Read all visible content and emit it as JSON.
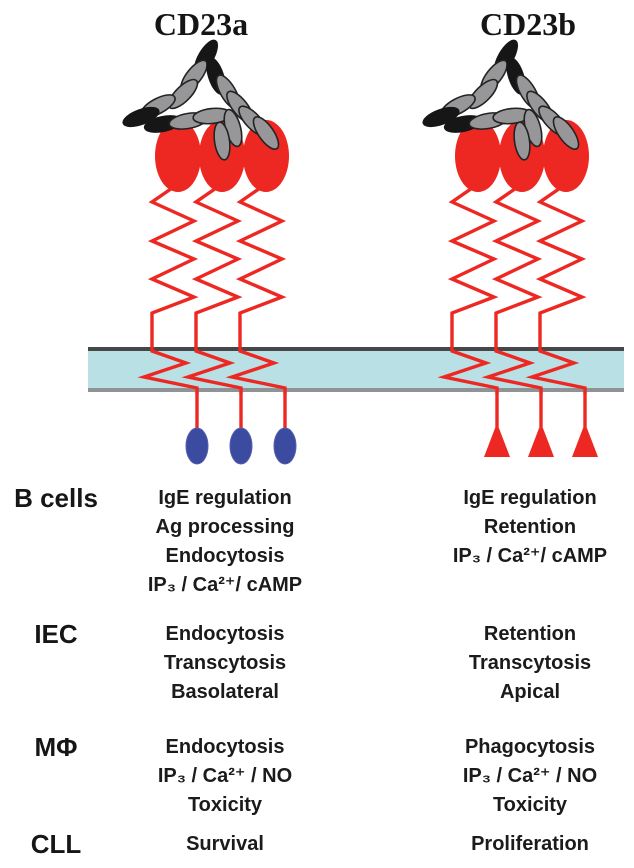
{
  "figure": {
    "type": "receptor-isoform-diagram",
    "receptors": [
      {
        "id": "cd23a",
        "title": "CD23a",
        "tail_shape": "blue-oval"
      },
      {
        "id": "cd23b",
        "title": "CD23b",
        "tail_shape": "red-triangle"
      }
    ]
  },
  "functions": {
    "rows": [
      {
        "cell": "B cells",
        "cd23a": [
          "IgE regulation",
          "Ag processing",
          "Endocytosis",
          "IP₃ / Ca²⁺/ cAMP"
        ],
        "cd23b": [
          "IgE regulation",
          "Retention",
          "IP₃ / Ca²⁺/ cAMP",
          ""
        ]
      },
      {
        "cell": "IEC",
        "cd23a": [
          "Endocytosis",
          "Transcytosis",
          "Basolateral",
          ""
        ],
        "cd23b": [
          "Retention",
          "Transcytosis",
          "Apical",
          ""
        ]
      },
      {
        "cell": "MΦ",
        "cd23a": [
          "Endocytosis",
          "IP₃ / Ca²⁺ / NO",
          "Toxicity",
          ""
        ],
        "cd23b": [
          "Phagocytosis",
          "IP₃ / Ca²⁺ / NO",
          "Toxicity",
          ""
        ]
      },
      {
        "cell": "CLL",
        "cd23a": [
          "Survival",
          "",
          "",
          ""
        ],
        "cd23b": [
          "Proliferation",
          "",
          "",
          ""
        ]
      }
    ]
  },
  "colors": {
    "red": "#ED2823",
    "blue": "#3A4BA0",
    "membrane_fill": "#B9E0E5",
    "membrane_top": "#474747",
    "membrane_bottom": "#8F9396",
    "ige_gray": "#97979A",
    "ige_black": "#161616"
  }
}
